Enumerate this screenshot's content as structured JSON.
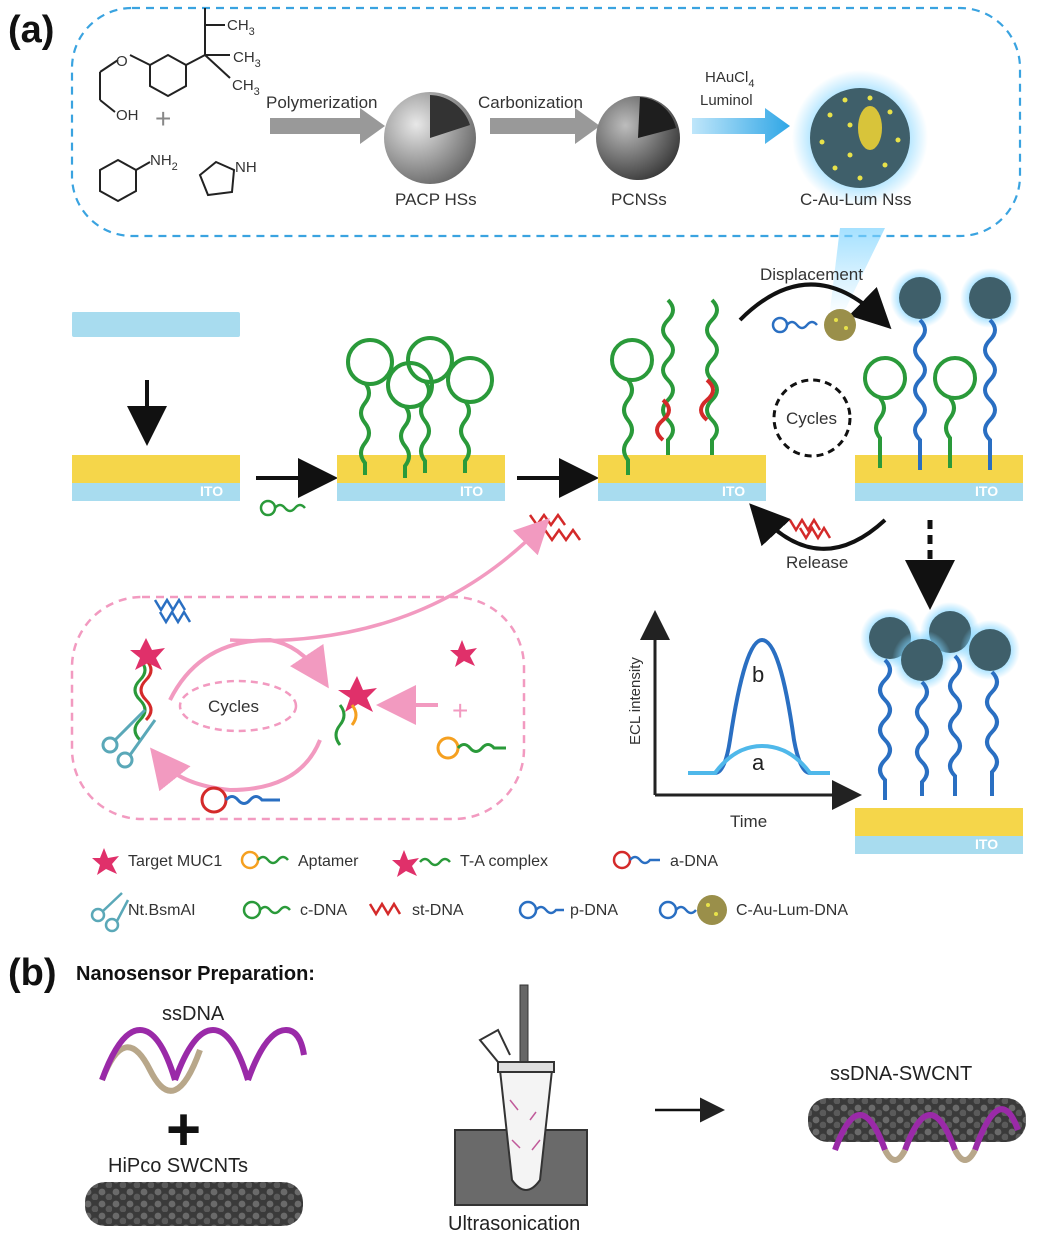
{
  "panel_a": {
    "tag": "(a)",
    "synthesis": {
      "ch3": "CH",
      "ch3_sub": "3",
      "oh": "OH",
      "plus": "+",
      "nh2": "NH",
      "nh2_sub": "2",
      "nh": "NH",
      "step1": "Polymerization",
      "step2": "Carbonization",
      "step3_line1": "HAuCl",
      "step3_line1_sub": "4",
      "step3_line2": "Luminol",
      "product1": "PACP HSs",
      "product2": "PCNSs",
      "product3": "C-Au-Lum Nss"
    },
    "electrode_label": "ITO",
    "displacement": "Displacement",
    "release": "Release",
    "cycles": "Cycles",
    "inner_cycles": "Cycles",
    "ecl_ylabel": "ECL intensity",
    "ecl_xlabel": "Time",
    "curve_b": "b",
    "curve_a": "a",
    "legend": [
      {
        "icon": "target-muc1-icon",
        "label": "Target MUC1"
      },
      {
        "icon": "aptamer-icon",
        "label": "Aptamer"
      },
      {
        "icon": "t-a-complex-icon",
        "label": "T-A complex"
      },
      {
        "icon": "a-dna-icon",
        "label": "a-DNA"
      },
      {
        "icon": "scissors-icon",
        "label": "Nt.BsmAI"
      },
      {
        "icon": "c-dna-icon",
        "label": "c-DNA"
      },
      {
        "icon": "st-dna-icon",
        "label": "st-DNA"
      },
      {
        "icon": "p-dna-icon",
        "label": "p-DNA"
      },
      {
        "icon": "c-au-lum-dna-icon",
        "label": "C-Au-Lum-DNA"
      }
    ]
  },
  "panel_b": {
    "tag": "(b)",
    "title": "Nanosensor Preparation:",
    "ssdna": "ssDNA",
    "plus": "+",
    "swcnt": "HiPco SWCNTs",
    "ultrasonication": "Ultrasonication",
    "product": "ssDNA-SWCNT"
  },
  "colors": {
    "green_dna": "#2a9a3a",
    "red_dna": "#d42a2a",
    "blue_dna": "#2a6fc2",
    "pink": "#f29ac0",
    "electrode_gold": "#f5d64a",
    "electrode_glass": "#a8dcef",
    "dashed_blue": "#3aa3e0",
    "purple": "#9a2aa8"
  }
}
